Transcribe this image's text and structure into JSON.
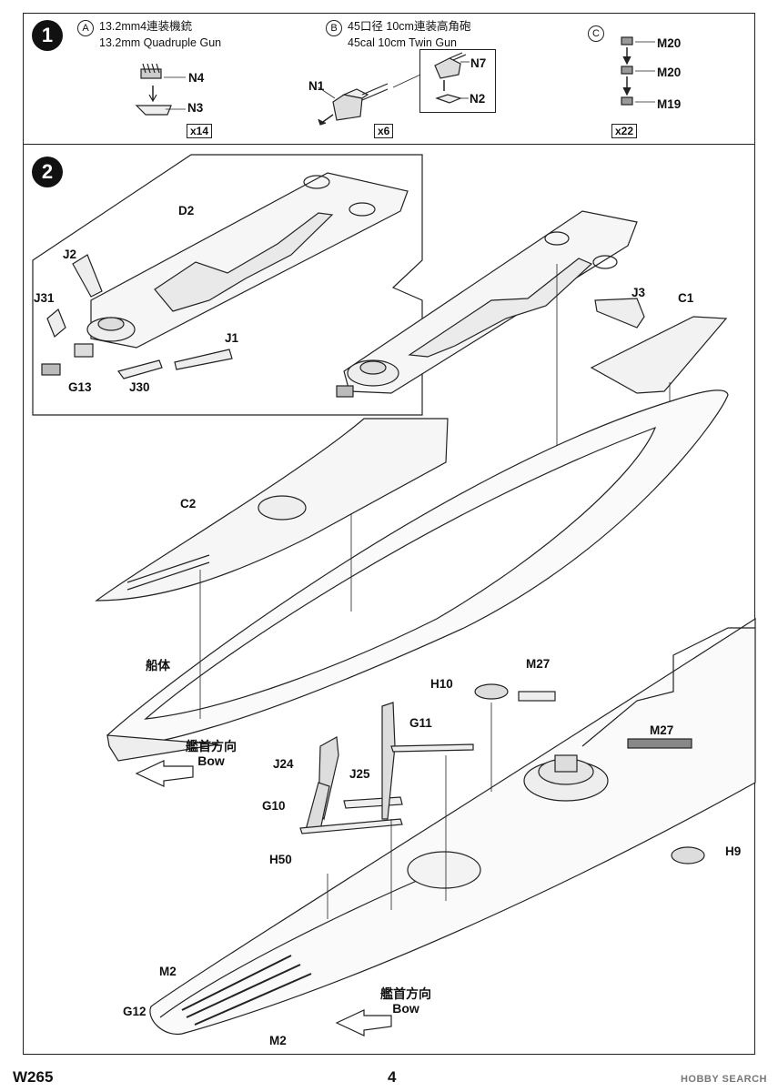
{
  "document": {
    "code": "W265",
    "page_number": "4",
    "watermark": "HOBBY SEARCH"
  },
  "step1": {
    "number": "1",
    "sub_a": {
      "letter": "A",
      "jp": "13.2mm4連装機銃",
      "en": "13.2mm Quadruple Gun",
      "parts": [
        "N4",
        "N3"
      ],
      "qty": "x14"
    },
    "sub_b": {
      "letter": "B",
      "jp": "45口径 10cm連装高角砲",
      "en": "45cal 10cm Twin Gun",
      "parts": [
        "N7",
        "N1",
        "N2"
      ],
      "qty": "x6"
    },
    "sub_c": {
      "letter": "C",
      "parts": [
        "M20",
        "M20",
        "M19"
      ],
      "qty": "x22"
    }
  },
  "step2": {
    "number": "2",
    "inset_parts": [
      "D2",
      "J2",
      "J31",
      "J1",
      "G13",
      "J30"
    ],
    "parts": [
      "J3",
      "C1",
      "C2",
      "船体",
      "H10",
      "M27",
      "G11",
      "M27",
      "J24",
      "J25",
      "G10",
      "H50",
      "H9",
      "M2",
      "G12",
      "M2"
    ],
    "bow_jp": "艦首方向",
    "bow_en": "Bow"
  }
}
